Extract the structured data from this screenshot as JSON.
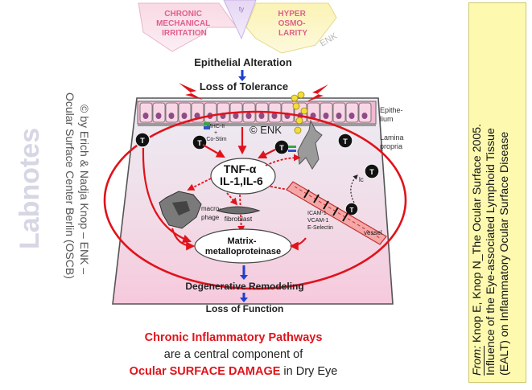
{
  "top_banner": {
    "left_label": [
      "CHRONIC",
      "MECHANICAL",
      "IRRITATION"
    ],
    "mid_label": "ty",
    "right_label": [
      "HYPER",
      "OSMO-",
      "LARITY"
    ],
    "enk_mark": "ENK"
  },
  "flow": {
    "epithelial_alteration": "Epithelial Alteration",
    "loss_of_tolerance": "Loss of Tolerance",
    "degenerative_remodeling": "Degenerative Remodeling",
    "loss_of_function": "Loss of Function"
  },
  "tissue": {
    "epithelium_label": [
      "Epithe-",
      "lium"
    ],
    "lamina_label": [
      "Lamina",
      "propria"
    ],
    "copyright_mark": "© ENK",
    "mhc_label": [
      "MHC-II",
      "+",
      "Co-Stim"
    ],
    "t_cell_letter": "T",
    "cytokines": [
      "TNF-α",
      "IL-1,IL-6"
    ],
    "macrophage_label": [
      "macro-",
      "phage"
    ],
    "fibroblast_label": "fibroblast",
    "mmp_label": [
      "Matrix-",
      "metalloproteinase"
    ],
    "adhesion_label": [
      "ICAM-1",
      "VCAM-1",
      "E-Selectin"
    ],
    "vessel_label": "vessel",
    "lc_label": "lc"
  },
  "left_credit": {
    "line1": "© by Erich & Nadja Knop – ENK –",
    "line2": "Ocular Surface Center Berlin (OSCB)",
    "watermark": "Labnotes"
  },
  "citation": {
    "from_label": "From:",
    "line1": " Knop E, Knop N_The Ocular Surface 2005.",
    "line2": "Influence of the Eye-associated Lymphoid Tissue",
    "line3": "(EALT) on Inflammatory Ocular Surface Disease"
  },
  "caption": {
    "line1": "Chronic Inflammatory Pathways",
    "line2": "are a central component of",
    "line3_red": "Ocular SURFACE DAMAGE",
    "line3_rest": " in Dry Eye"
  },
  "colors": {
    "accent_red": "#e0131b",
    "arrow_blue": "#1f3fd0",
    "cell_pink": "#f7c8dc",
    "panel_pink": "#f6d3e2",
    "citation_bg": "#fdfab0"
  }
}
